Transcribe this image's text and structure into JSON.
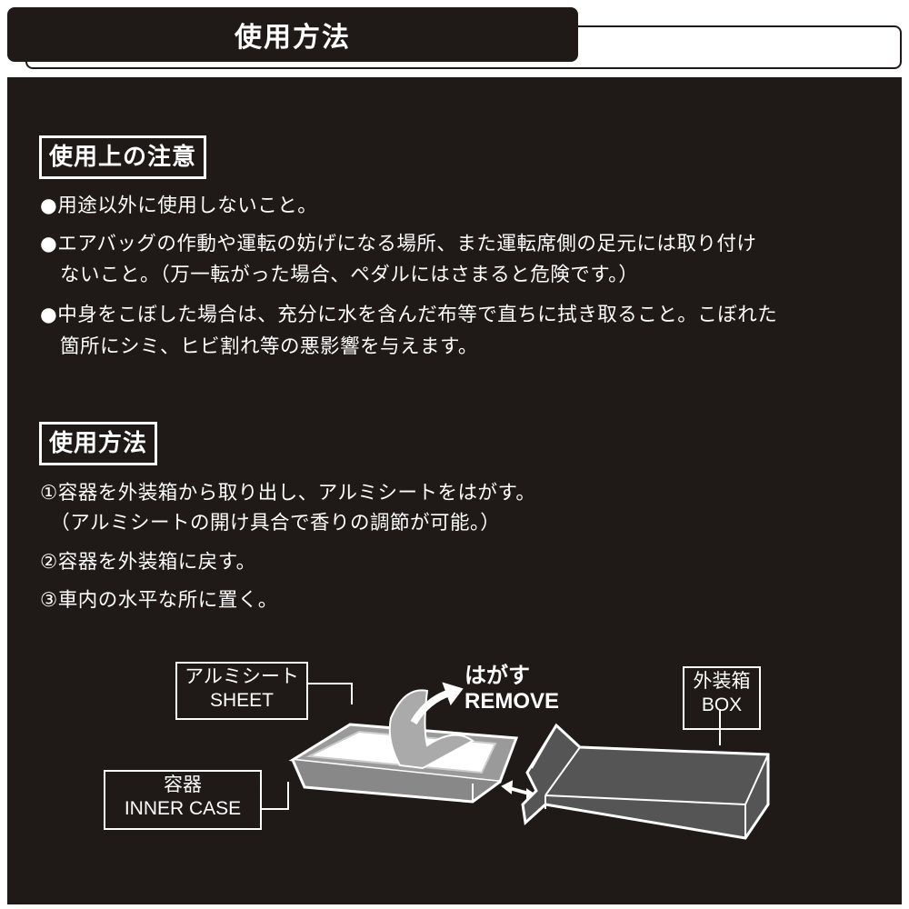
{
  "header": {
    "title": "使用方法"
  },
  "cautions": {
    "title": "使用上の注意",
    "lines": [
      "●用途以外に使用しないこと。",
      "●エアバッグの作動や運転の妨げになる場所、また運転席側の足元には取り付け",
      "　ないこと。（万一転がった場合、ペダルにはさまると危険です。）",
      "●中身をこぼした場合は、充分に水を含んだ布等で直ちに拭き取ること。こぼれた",
      "　箇所にシミ、ヒビ割れ等の悪影響を与えます。"
    ]
  },
  "usage": {
    "title": "使用方法",
    "lines": [
      "①容器を外装箱から取り出し、アルミシートをはがす。",
      "　（アルミシートの開け具合で香りの調節が可能。）",
      "②容器を外装箱に戻す。",
      "③車内の水平な所に置く。"
    ]
  },
  "diagram": {
    "sheet_jp": "アルミシート",
    "sheet_en": "SHEET",
    "remove_jp": "はがす",
    "remove_en": "REMOVE",
    "case_jp": "容器",
    "case_en": "INNER CASE",
    "box_jp": "外装箱",
    "box_en": "BOX"
  }
}
